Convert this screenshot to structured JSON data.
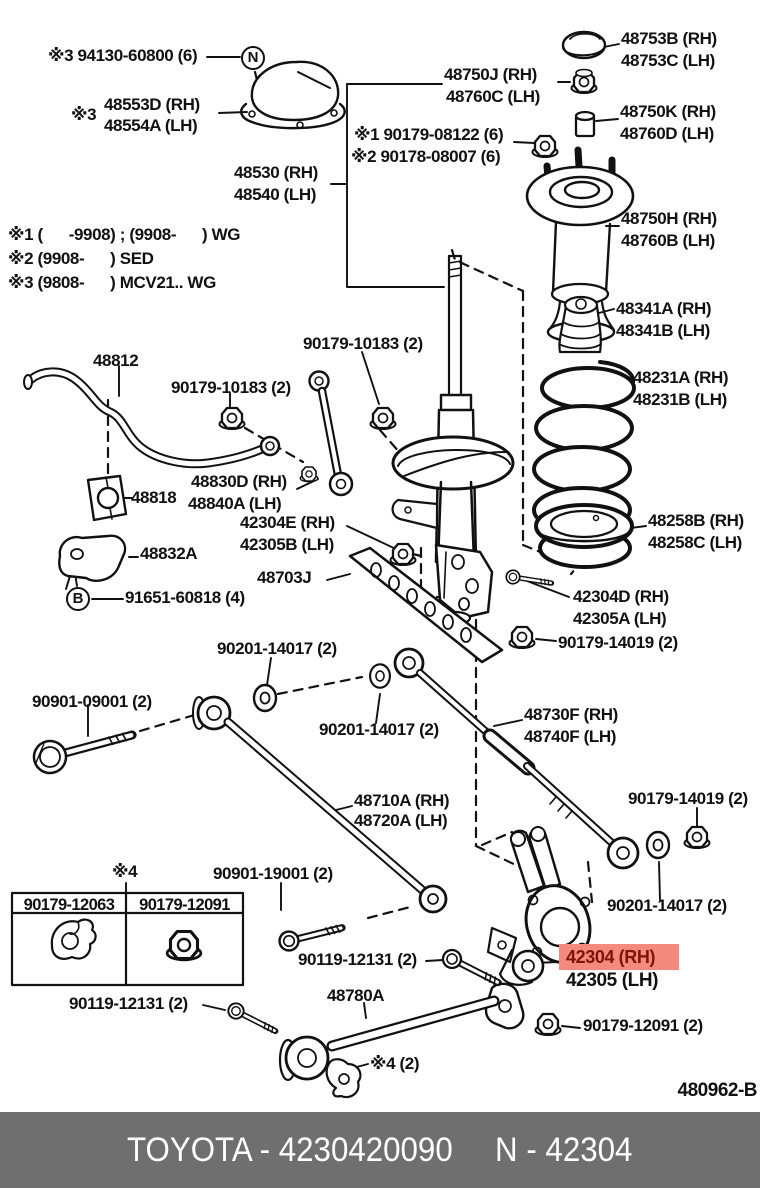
{
  "page": {
    "background": "#ffffff",
    "line_color": "#111111"
  },
  "highlight": {
    "label": "42304 (RH)",
    "bg_color": "#f4897e",
    "text_color": "#7e1408"
  },
  "markers": [
    {
      "letter": "N"
    },
    {
      "letter": "B"
    }
  ],
  "labels": [
    {
      "text": "※3 94130-60800 (6)"
    },
    {
      "text": "※3"
    },
    {
      "text": "48553D (RH)"
    },
    {
      "text": "48554A (LH)"
    },
    {
      "text": "48750J (RH)"
    },
    {
      "text": "48760C (LH)"
    },
    {
      "text": "48753B (RH)"
    },
    {
      "text": "48753C (LH)"
    },
    {
      "text": "48750K (RH)"
    },
    {
      "text": "48760D (LH)"
    },
    {
      "text": "※1 90179-08122 (6)"
    },
    {
      "text": "※2 90178-08007 (6)"
    },
    {
      "text": "48530 (RH)"
    },
    {
      "text": "48540 (LH)"
    },
    {
      "text": "48750H (RH)"
    },
    {
      "text": "48760B (LH)"
    },
    {
      "text": "※1 (      -9908) ; (9908-      ) WG"
    },
    {
      "text": "※2 (9908-      ) SED"
    },
    {
      "text": "※3 (9808-      ) MCV21.. WG"
    },
    {
      "text": "48341A (RH)"
    },
    {
      "text": "48341B (LH)"
    },
    {
      "text": "90179-10183 (2)"
    },
    {
      "text": "48812"
    },
    {
      "text": "90179-10183 (2)"
    },
    {
      "text": "48231A (RH)"
    },
    {
      "text": "48231B (LH)"
    },
    {
      "text": "48830D (RH)"
    },
    {
      "text": "48840A (LH)"
    },
    {
      "text": "48818"
    },
    {
      "text": "42304E (RH)"
    },
    {
      "text": "42305B (LH)"
    },
    {
      "text": "48832A"
    },
    {
      "text": "48703J"
    },
    {
      "text": "91651-60818 (4)"
    },
    {
      "text": "42304D (RH)"
    },
    {
      "text": "42305A (LH)"
    },
    {
      "text": "90179-14019 (2)"
    },
    {
      "text": "90201-14017 (2)"
    },
    {
      "text": "90901-09001 (2)"
    },
    {
      "text": "90201-14017 (2)"
    },
    {
      "text": "48730F (RH)"
    },
    {
      "text": "48740F (LH)"
    },
    {
      "text": "48710A (RH)"
    },
    {
      "text": "48720A (LH)"
    },
    {
      "text": "90179-14019 (2)"
    },
    {
      "text": "48258B (RH)"
    },
    {
      "text": "48258C (LH)"
    },
    {
      "text": "※4"
    },
    {
      "text": "90901-19001 (2)"
    },
    {
      "text": "90119-12131 (2)"
    },
    {
      "text": "48780A"
    },
    {
      "text": "42305 (LH)"
    },
    {
      "text": "90201-14017 (2)"
    },
    {
      "text": "90179-12091 (2)"
    },
    {
      "text": "※4 (2)"
    },
    {
      "text": "90119-12131 (2)"
    }
  ],
  "table": {
    "headers": [
      "90179-12063",
      "90179-12091"
    ]
  },
  "ref_code": "480962-B",
  "footer": {
    "left": "TOYOTA - 4230420090",
    "right": "N - 42304"
  }
}
